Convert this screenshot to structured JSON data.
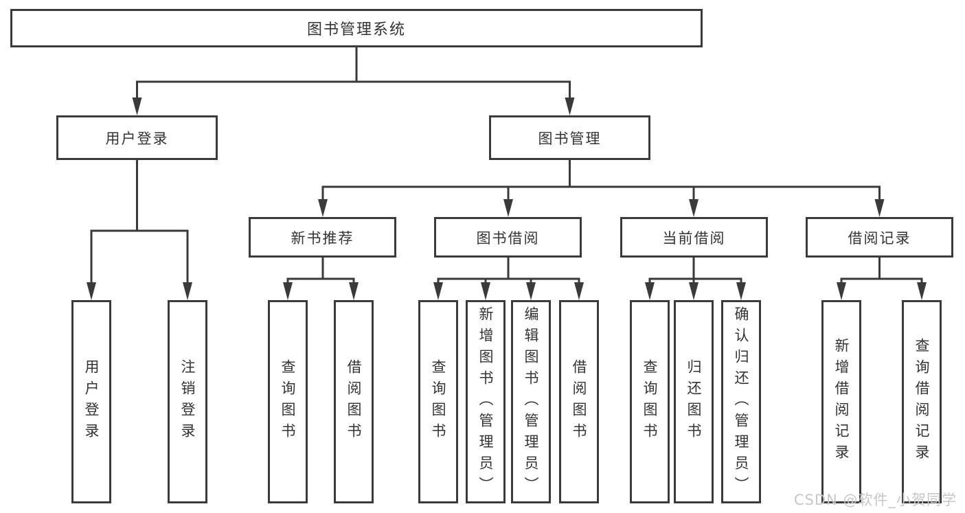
{
  "diagram": {
    "title_note": "functional structure chart",
    "root": {
      "label": "图书管理系统"
    },
    "branches": [
      {
        "label": "用户登录",
        "children": [
          {
            "label": "用户登录"
          },
          {
            "label": "注销登录"
          }
        ]
      },
      {
        "label": "图书管理",
        "children": [
          {
            "label": "新书推荐",
            "children": [
              {
                "label": "查询图书"
              },
              {
                "label": "借阅图书"
              }
            ]
          },
          {
            "label": "图书借阅",
            "children": [
              {
                "label": "查询图书"
              },
              {
                "label": "新增图书（管理员）"
              },
              {
                "label": "编辑图书（管理员）"
              },
              {
                "label": "借阅图书"
              }
            ]
          },
          {
            "label": "当前借阅",
            "children": [
              {
                "label": "查询图书"
              },
              {
                "label": "归还图书"
              },
              {
                "label": "确认归还（管理员）"
              }
            ]
          },
          {
            "label": "借阅记录",
            "children": [
              {
                "label": "新增借阅记录"
              },
              {
                "label": "查询借阅记录"
              }
            ]
          }
        ]
      }
    ]
  },
  "watermark": {
    "text": "CSDN @软件_小贺同学"
  },
  "colors": {
    "line": "#3a3a3a",
    "text": "#333333",
    "watermark": "#c6c6c6",
    "background": "#ffffff"
  }
}
